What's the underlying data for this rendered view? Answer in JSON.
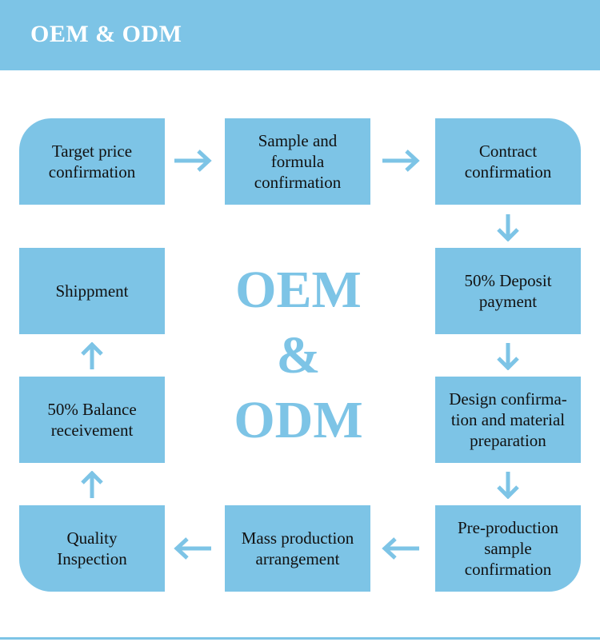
{
  "header": {
    "title": "OEM & ODM"
  },
  "center": {
    "line1": "OEM",
    "line2": "&",
    "line3": "ODM"
  },
  "steps": [
    {
      "label": "Target price\nconfirmation"
    },
    {
      "label": "Sample and\nformula\nconfirmation"
    },
    {
      "label": "Contract\nconfirmation"
    },
    {
      "label": "50% Deposit\npayment"
    },
    {
      "label": "Design confirma-\ntion and material\npreparation"
    },
    {
      "label": "Pre-production\nsample\nconfirmation"
    },
    {
      "label": "Mass production\narrangement"
    },
    {
      "label": "Quality\nInspection"
    },
    {
      "label": "50% Balance\nreceivement"
    },
    {
      "label": "Shippment"
    }
  ],
  "colors": {
    "accent": "#7dc4e6",
    "text": "#111111",
    "background": "#ffffff"
  },
  "arrows": [
    {
      "direction": "right",
      "icon": "arrow-right-icon"
    },
    {
      "direction": "right",
      "icon": "arrow-right-icon"
    },
    {
      "direction": "down",
      "icon": "arrow-down-icon"
    },
    {
      "direction": "down",
      "icon": "arrow-down-icon"
    },
    {
      "direction": "down",
      "icon": "arrow-down-icon"
    },
    {
      "direction": "left",
      "icon": "arrow-left-icon"
    },
    {
      "direction": "left",
      "icon": "arrow-left-icon"
    },
    {
      "direction": "up",
      "icon": "arrow-up-icon"
    },
    {
      "direction": "up",
      "icon": "arrow-up-icon"
    }
  ]
}
